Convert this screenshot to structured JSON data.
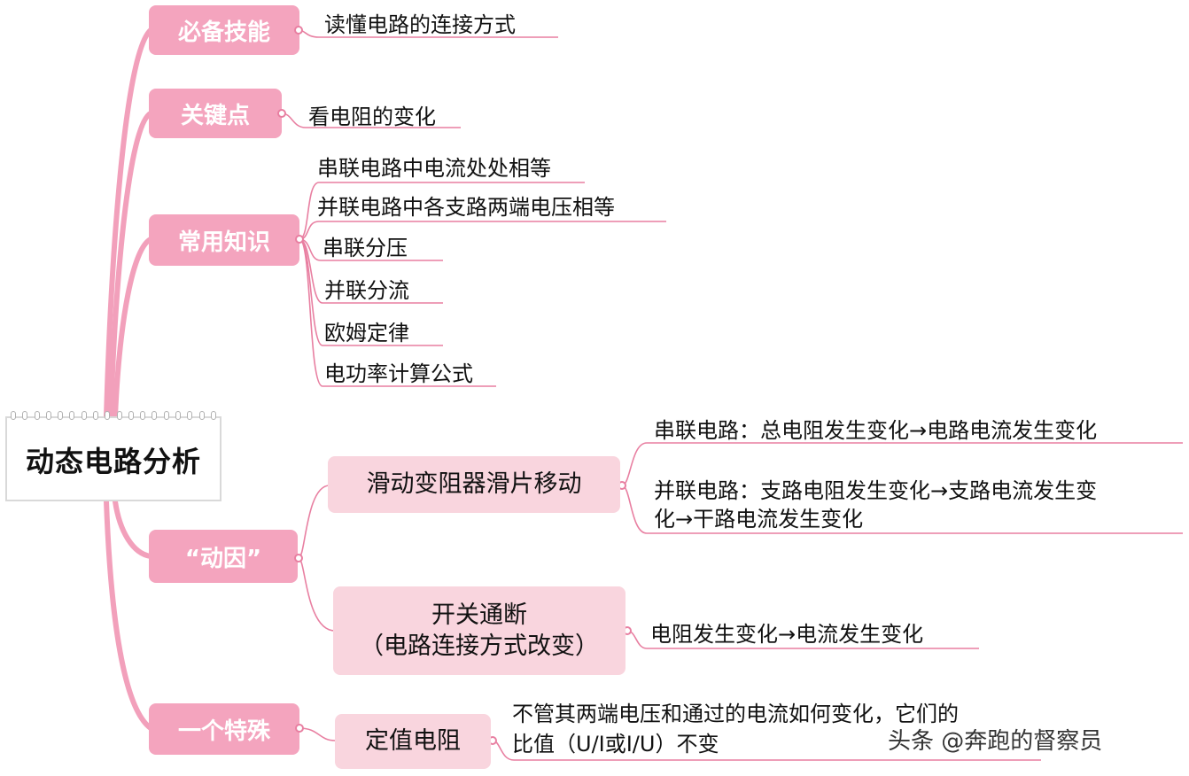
{
  "root": {
    "label": "动态电路分析"
  },
  "categories": [
    {
      "label": "必备技能"
    },
    {
      "label": "关键点"
    },
    {
      "label": "常用知识"
    },
    {
      "label": "“动因”"
    },
    {
      "label": "一个特殊"
    }
  ],
  "skills": {
    "text": "读懂电路的连接方式"
  },
  "key_point": {
    "text": "看电阻的变化"
  },
  "knowledge": [
    "串联电路中电流处处相等",
    "并联电路中各支路两端电压相等",
    "串联分压",
    "并联分流",
    "欧姆定律",
    "电功率计算公式"
  ],
  "causes": {
    "slider": {
      "label": "滑动变阻器滑片移动",
      "series": "串联电路：总电阻发生变化→电路电流发生变化",
      "parallel_line1": "并联电路：支路电阻发生变化→支路电流发生变",
      "parallel_line2": "化→干路电流发生变化"
    },
    "switch": {
      "label_line1": "开关通断",
      "label_line2": "（电路连接方式改变）",
      "result": "电阻发生变化→电流发生变化"
    }
  },
  "special": {
    "label": "定值电阻",
    "text_line1": "不管其两端电压和通过的电流如何变化，它们的",
    "text_line2": "比值（U/I或I/U）不变"
  },
  "watermark": "头条 @奔跑的督察员",
  "colors": {
    "primary_pink": "#f4a4be",
    "light_pink": "#f9d5de",
    "line_pink": "#e87fa1"
  }
}
